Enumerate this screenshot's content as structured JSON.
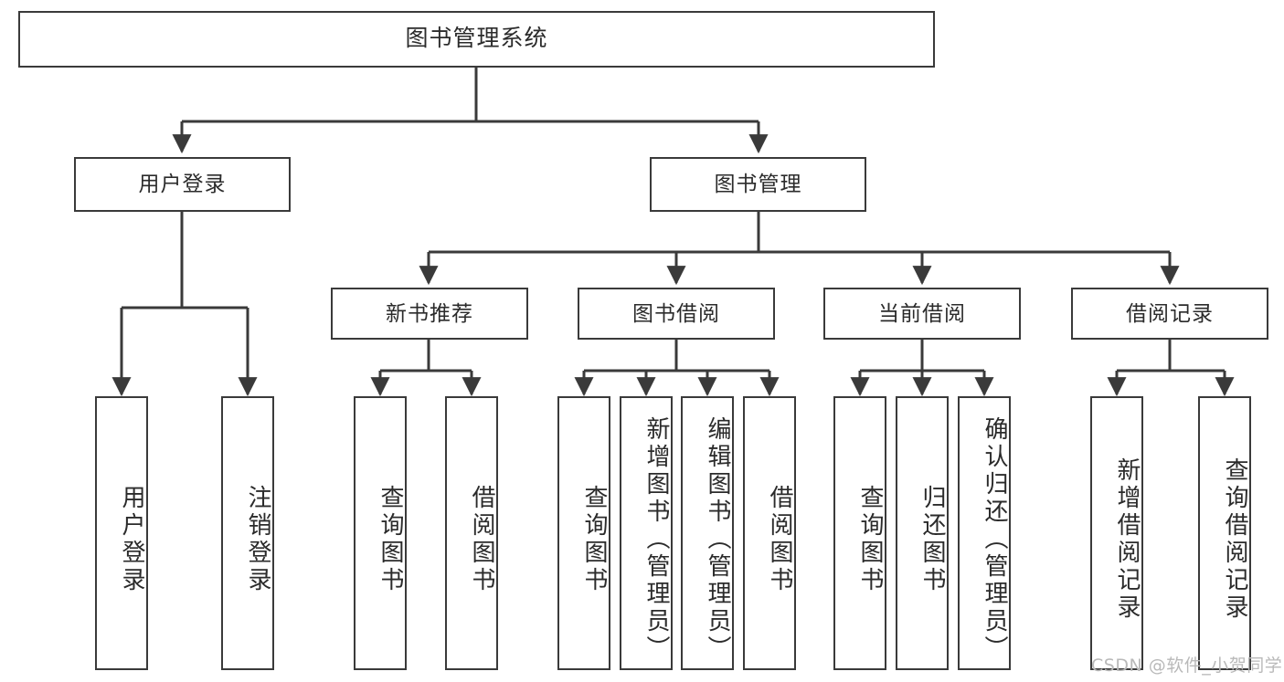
{
  "diagram": {
    "title": "图书管理系统",
    "type": "tree-hierarchy",
    "watermark": "CSDN @软件_小贺同学",
    "colors": {
      "node_border": "#3a3a3a",
      "node_fill": "#ffffff",
      "edge": "#3a3a3a",
      "text": "#2b2b2b",
      "watermark": "#b9b9b9",
      "background": "#ffffff"
    },
    "nodes": {
      "root": {
        "label": "图书管理系统",
        "level": 1,
        "orientation": "horizontal"
      },
      "l2": [
        {
          "id": "user-login",
          "label": "用户登录",
          "level": 2,
          "orientation": "horizontal"
        },
        {
          "id": "book-manage",
          "label": "图书管理",
          "level": 2,
          "orientation": "horizontal"
        }
      ],
      "l3": [
        {
          "id": "new-book-rec",
          "label": "新书推荐",
          "level": 3,
          "orientation": "horizontal"
        },
        {
          "id": "book-borrow",
          "label": "图书借阅",
          "level": 3,
          "orientation": "horizontal"
        },
        {
          "id": "current-borrow",
          "label": "当前借阅",
          "level": 3,
          "orientation": "horizontal"
        },
        {
          "id": "borrow-record",
          "label": "借阅记录",
          "level": 3,
          "orientation": "horizontal"
        }
      ],
      "leaves": [
        {
          "id": "leaf-user-login",
          "label": "用户登录",
          "parent": "user-login",
          "orientation": "vertical"
        },
        {
          "id": "leaf-user-logout",
          "label": "注销登录",
          "parent": "user-login",
          "orientation": "vertical"
        },
        {
          "id": "leaf-query-book-1",
          "label": "查询图书",
          "parent": "new-book-rec",
          "orientation": "vertical"
        },
        {
          "id": "leaf-borrow-book-1",
          "label": "借阅图书",
          "parent": "new-book-rec",
          "orientation": "vertical"
        },
        {
          "id": "leaf-query-book-2",
          "label": "查询图书",
          "parent": "book-borrow",
          "orientation": "vertical"
        },
        {
          "id": "leaf-add-book",
          "label": "新增图书（管理员）",
          "parent": "book-borrow",
          "orientation": "vertical"
        },
        {
          "id": "leaf-edit-book",
          "label": "编辑图书（管理员）",
          "parent": "book-borrow",
          "orientation": "vertical"
        },
        {
          "id": "leaf-borrow-book-2",
          "label": "借阅图书",
          "parent": "book-borrow",
          "orientation": "vertical"
        },
        {
          "id": "leaf-query-book-3",
          "label": "查询图书",
          "parent": "current-borrow",
          "orientation": "vertical"
        },
        {
          "id": "leaf-return-book",
          "label": "归还图书",
          "parent": "current-borrow",
          "orientation": "vertical"
        },
        {
          "id": "leaf-confirm-return",
          "label": "确认归还（管理员）",
          "parent": "current-borrow",
          "orientation": "vertical"
        },
        {
          "id": "leaf-add-record",
          "label": "新增借阅记录",
          "parent": "borrow-record",
          "orientation": "vertical"
        },
        {
          "id": "leaf-query-record",
          "label": "查询借阅记录",
          "parent": "borrow-record",
          "orientation": "vertical"
        }
      ]
    }
  }
}
